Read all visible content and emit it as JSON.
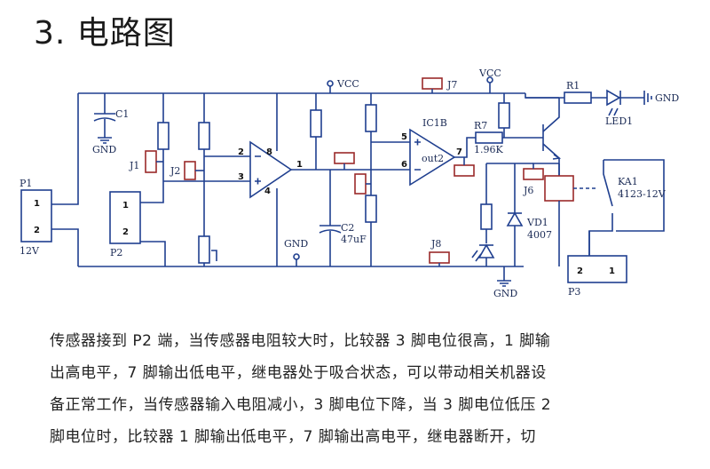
{
  "heading": "3. 电路图",
  "circuit": {
    "labels": {
      "vcc_top": "VCC",
      "vcc_right": "VCC",
      "gnd_c1": "GND",
      "gnd_mid": "GND",
      "gnd_bottom": "GND",
      "gnd_led": "GND",
      "c1": "C1",
      "c2": "C2",
      "c2_value": "47uF",
      "p1": "P1",
      "p1_voltage": "12V",
      "p2": "P2",
      "p3": "P3",
      "j1": "J1",
      "j2": "J2",
      "j6": "J6",
      "j7": "J7",
      "j8": "J8",
      "ic": "IC1B",
      "ic_out": "out2",
      "r1": "R1",
      "r7": "R7",
      "r7_value": "1.96K",
      "led": "LED1",
      "vd1": "VD1",
      "vd1_value": "4007",
      "ka1": "KA1",
      "ka1_value": "4123-12V"
    },
    "pins": {
      "p1_pin1": "1",
      "p1_pin2": "2",
      "p2_pin1": "1",
      "p2_pin2": "2",
      "p3_pin2": "2",
      "p3_pin1": "1",
      "op1_in_minus": "2",
      "op1_in_plus": "3",
      "op1_out": "1",
      "op1_vcc": "8",
      "op1_gnd": "4",
      "op2_in_plus": "5",
      "op2_in_minus": "6",
      "op2_out": "7"
    },
    "colors": {
      "wire": "#1f3f8f",
      "jumper": "#9a2a2a",
      "label_text": "#1a2a55",
      "accent_red": "#b01818"
    }
  },
  "description": {
    "lines": [
      "传感器接到 P2 端，当传感器电阻较大时，比较器 3 脚电位很高，1 脚输",
      "出高电平，7 脚输出低电平，继电器处于吸合状态，可以带动相关机器设",
      "备正常工作，当传感器输入电阻减小，3 脚电位下降，当 3 脚电位低压 2",
      "脚电位时，比较器 1 脚输出低电平，7 脚输出高电平，继电器断开，切"
    ]
  }
}
